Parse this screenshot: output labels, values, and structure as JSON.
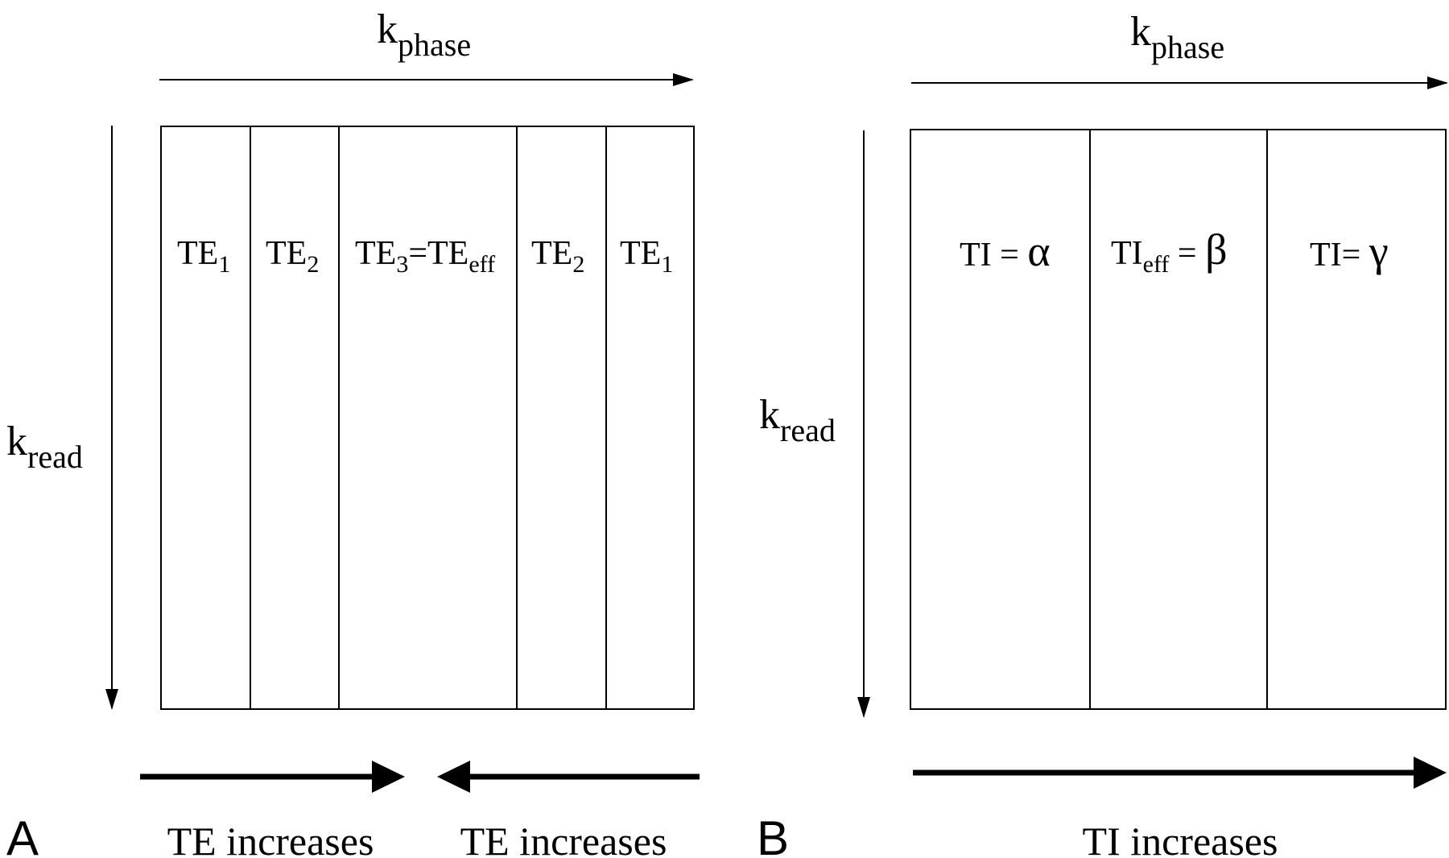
{
  "panel_a": {
    "letter": "A",
    "k_phase": {
      "base": "k",
      "sub": "phase"
    },
    "k_read": {
      "base": "k",
      "sub": "read"
    },
    "segments": [
      {
        "base": "TE",
        "sub": "1"
      },
      {
        "base": "TE",
        "sub": "2"
      },
      {
        "base": "TE",
        "sub": "3",
        "mid": "=TE",
        "sub2": "eff"
      },
      {
        "base": "TE",
        "sub": "2"
      },
      {
        "base": "TE",
        "sub": "1"
      }
    ],
    "increase_left": "TE increases",
    "increase_right": "TE increases"
  },
  "panel_b": {
    "letter": "B",
    "k_phase": {
      "base": "k",
      "sub": "phase"
    },
    "k_read": {
      "base": "k",
      "sub": "read"
    },
    "segments": [
      {
        "base": "TI = ",
        "greek": "α"
      },
      {
        "base": "TI",
        "sub": "eff",
        "mid": " = ",
        "greek": "β"
      },
      {
        "base": "TI= ",
        "greek": "γ"
      }
    ],
    "increase": "TI increases"
  }
}
